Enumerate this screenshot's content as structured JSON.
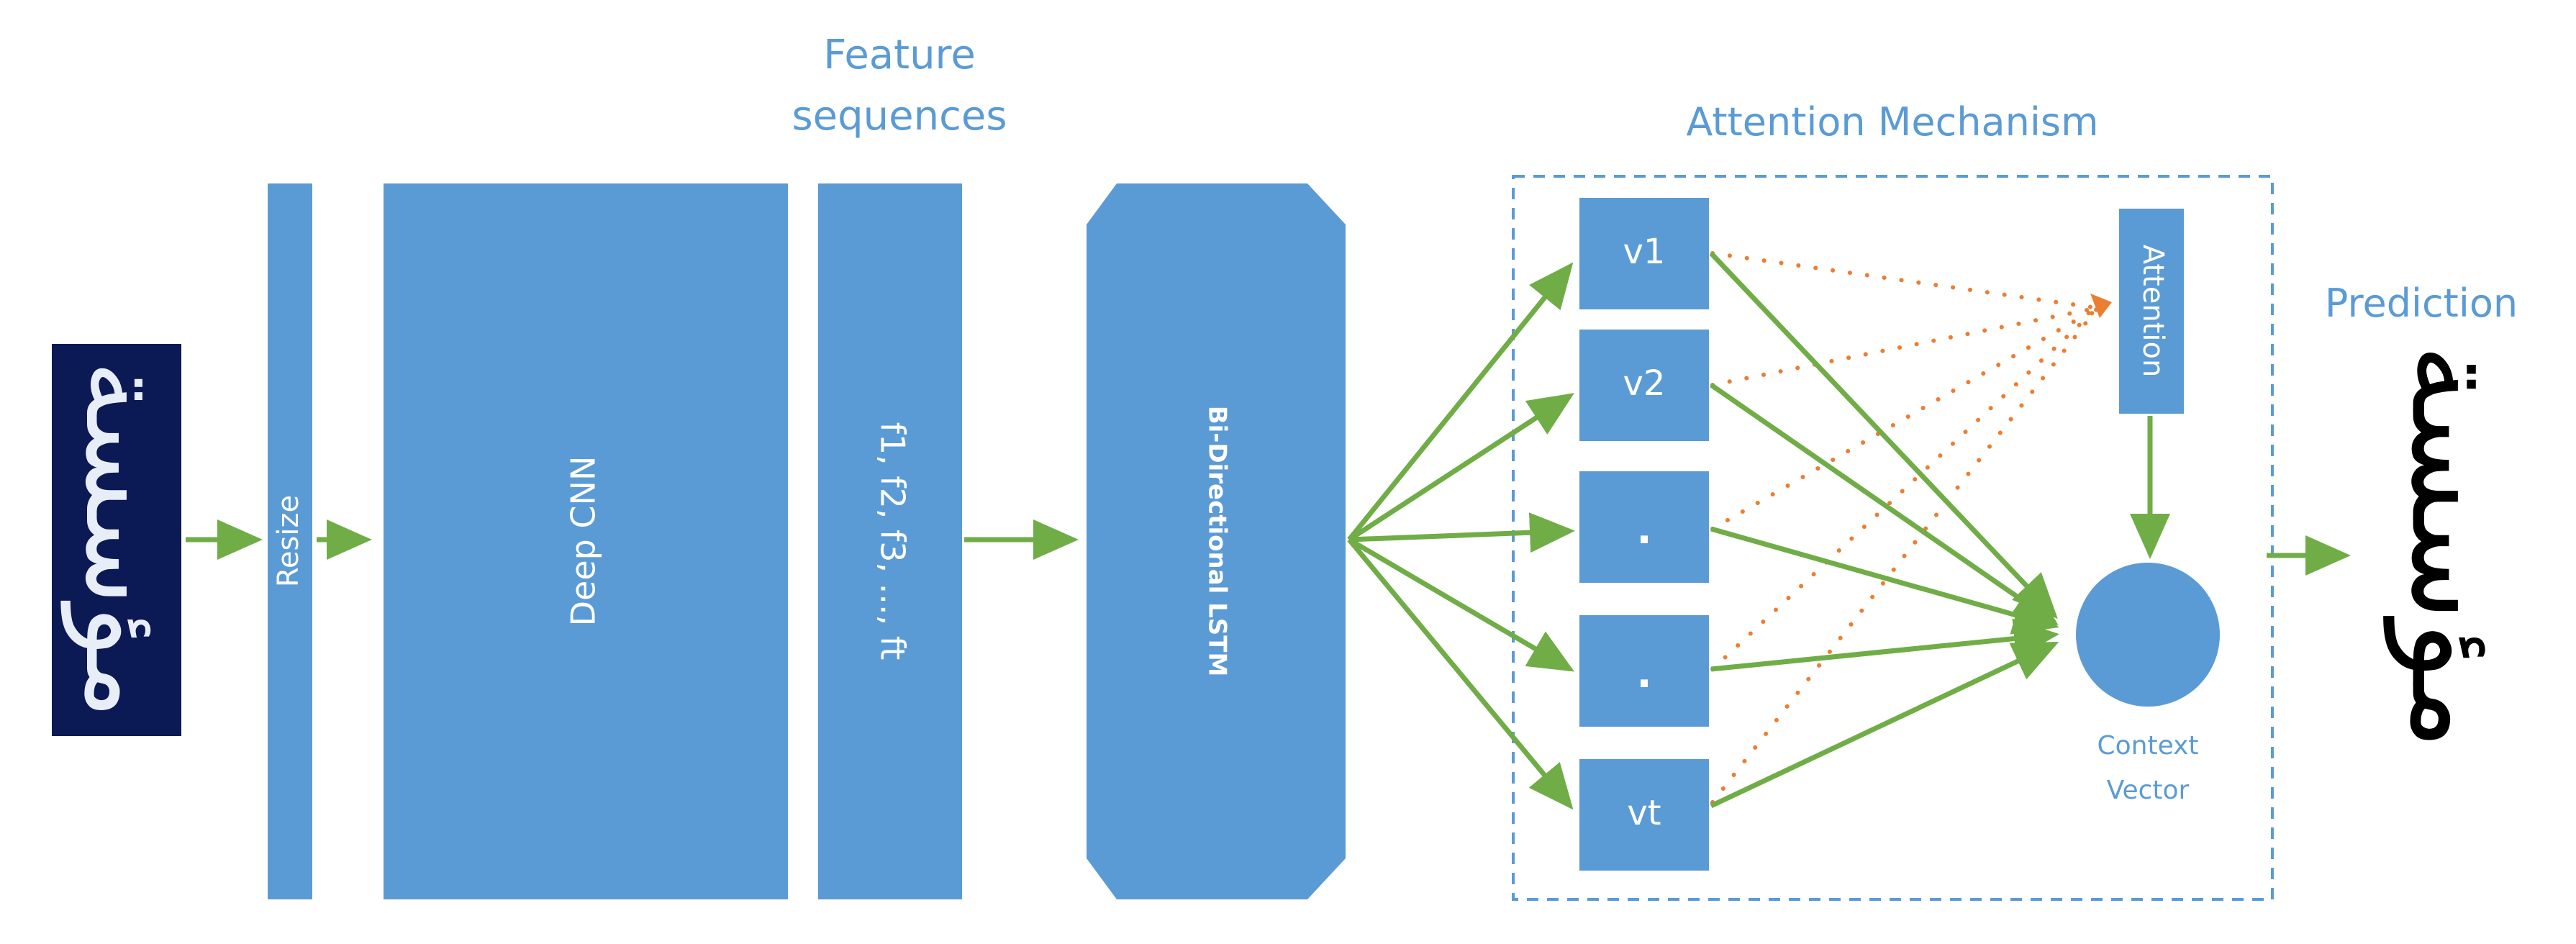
{
  "labels": {
    "feature_sequences_line1": "Feature",
    "feature_sequences_line2": "sequences",
    "attention_mechanism": "Attention Mechanism",
    "prediction": "Prediction",
    "resize": "Resize",
    "deep_cnn": "Deep CNN",
    "features": "f1, f2, f3, ..., ft",
    "bilstm": "Bi-Directional LSTM",
    "attention": "Attention",
    "context_line1": "Context",
    "context_line2": "Vector"
  },
  "vectors": [
    "v1",
    "v2",
    ".",
    ".",
    "vt"
  ],
  "input_word": "مؤسسة",
  "output_word": "مؤسسة",
  "colors": {
    "block": "#5b9bd5",
    "arrow": "#70ad47",
    "attention_dots": "#ed7d31",
    "label": "#5b9bd5",
    "input_bg": "#0b1a55"
  }
}
